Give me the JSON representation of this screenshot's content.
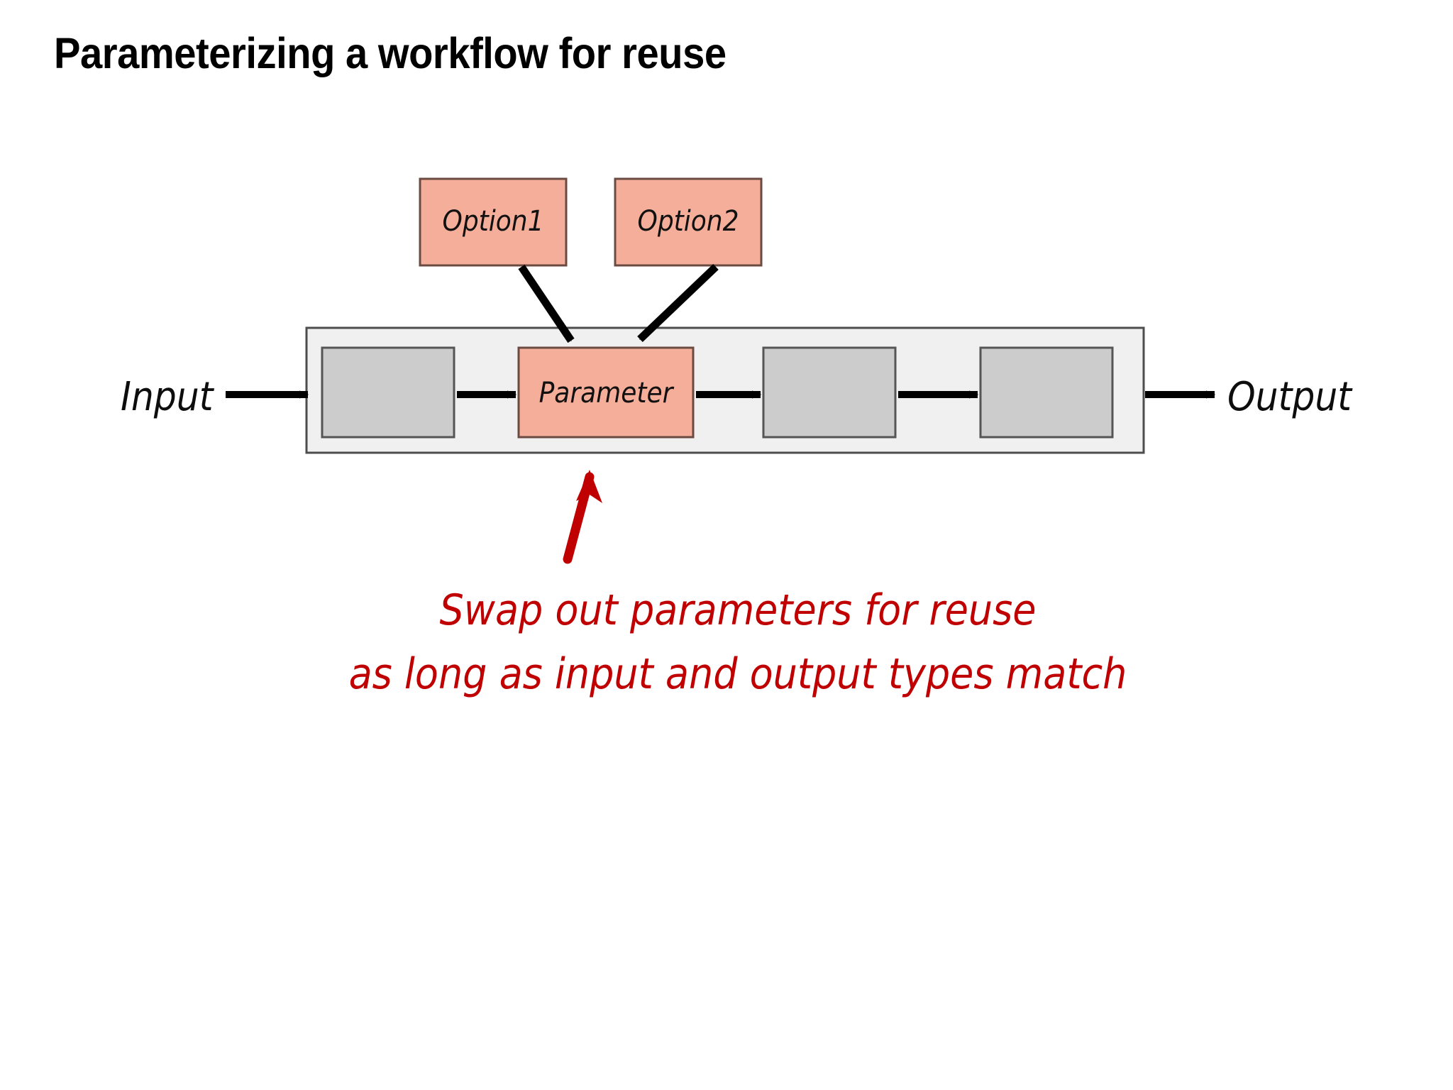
{
  "slide": {
    "title": "Parameterizing a workflow for reuse",
    "background_color": "#ffffff"
  },
  "colors": {
    "parameter_fill": "#F5AE99",
    "parameter_stroke": "#6b4a42",
    "step_fill": "#CCCCCC",
    "step_stroke": "#555555",
    "container_fill": "#F0F0F0",
    "container_stroke": "#4d4d4d",
    "arrow_black": "#000000",
    "annotation_red": "#C00000",
    "title_color": "#000000"
  },
  "diagram": {
    "type": "workflow-pipeline",
    "input_label": "Input",
    "output_label": "Output",
    "options": [
      {
        "label": "Option1"
      },
      {
        "label": "Option2"
      }
    ],
    "pipeline_steps": [
      {
        "label": "",
        "kind": "generic-step"
      },
      {
        "label": "Parameter",
        "kind": "parameter-step"
      },
      {
        "label": "",
        "kind": "generic-step"
      },
      {
        "label": "",
        "kind": "generic-step"
      }
    ],
    "connections": [
      {
        "from": "Input",
        "to": "step-1"
      },
      {
        "from": "step-1",
        "to": "Parameter"
      },
      {
        "from": "Parameter",
        "to": "step-3"
      },
      {
        "from": "step-3",
        "to": "step-4"
      },
      {
        "from": "step-4",
        "to": "Output"
      },
      {
        "from": "Option1",
        "to": "Parameter"
      },
      {
        "from": "Option2",
        "to": "Parameter"
      }
    ]
  },
  "annotation": {
    "color": "#C00000",
    "lines": [
      "Swap out parameters for reuse",
      "as long as input and output types match"
    ],
    "line1": "Swap out parameters for reuse",
    "line2": "as long as input and output types match",
    "arrow": "red-up-arrow-to-parameter"
  }
}
